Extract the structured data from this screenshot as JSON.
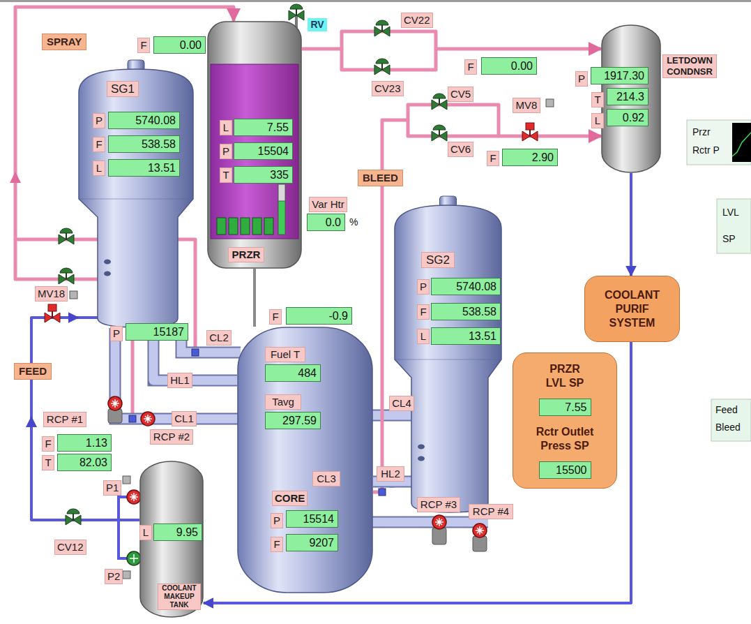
{
  "diagram": {
    "nodes": [
      {
        "text": [
          "SG1",
          "P",
          "5740.08",
          "F",
          "538.58",
          "L",
          "13.51"
        ]
      },
      {
        "text": [
          "L",
          "7.55",
          "P",
          "15504",
          "T",
          "335",
          "PRZR"
        ]
      },
      {
        "text": [
          "LETDOWN CONDNSR",
          "P",
          "1917.30",
          "T",
          "214.3",
          "L",
          "0.92"
        ]
      },
      {
        "text": [
          "SG2",
          "P",
          "5740.08",
          "F",
          "538.58",
          "L",
          "13.51"
        ]
      },
      {
        "text": [
          "COOLANT PURIF SYSTEM"
        ]
      },
      {
        "text": [
          "Fuel T",
          "484",
          "Tavg",
          "297.59",
          "CORE",
          "P",
          "15514",
          "F",
          "9207"
        ]
      },
      {
        "text": [
          "PRZR LVL SP",
          "7.55",
          "Rctr Outlet Press SP",
          "15500"
        ]
      },
      {
        "text": [
          "L",
          "9.95",
          "COOLANT MAKEUP TANK"
        ]
      }
    ],
    "edges": [
      {
        "from": 0,
        "to": 1,
        "arrow": "to",
        "label": "SPRAY"
      },
      {
        "from": 1,
        "to": 2,
        "arrow": "to"
      },
      {
        "from": 5,
        "to": 2,
        "arrow": "to",
        "label": "BLEED"
      },
      {
        "from": 2,
        "to": 4,
        "arrow": "to"
      },
      {
        "from": 4,
        "to": 7,
        "arrow": "to"
      },
      {
        "from": 7,
        "to": 0,
        "arrow": "to",
        "label": "FEED"
      },
      {
        "from": 1,
        "to": 5,
        "arrow": "none"
      },
      {
        "from": 0,
        "to": 5,
        "arrow": "none"
      },
      {
        "from": 3,
        "to": 5,
        "arrow": "none"
      }
    ],
    "labels": [
      "F",
      "0.00",
      "RV",
      "CV22",
      "CV23",
      "F",
      "0.00",
      "CV5",
      "MV8",
      "CV6",
      "F",
      "2.90",
      "Przr",
      "Rctr P",
      "Var Htr",
      "0.0",
      "%",
      "LVL",
      "SP",
      "MV18",
      "P",
      "15187",
      "CL2",
      "HL1",
      "F",
      "-0.9",
      "RCP #1",
      "CL1",
      "RCP #2",
      "CL4",
      "Feed",
      "Bleed",
      "F",
      "1.13",
      "T",
      "82.03",
      "CL3",
      "HL2",
      "RCP #3",
      "RCP #4",
      "P1",
      "CV12",
      "P2"
    ]
  }
}
